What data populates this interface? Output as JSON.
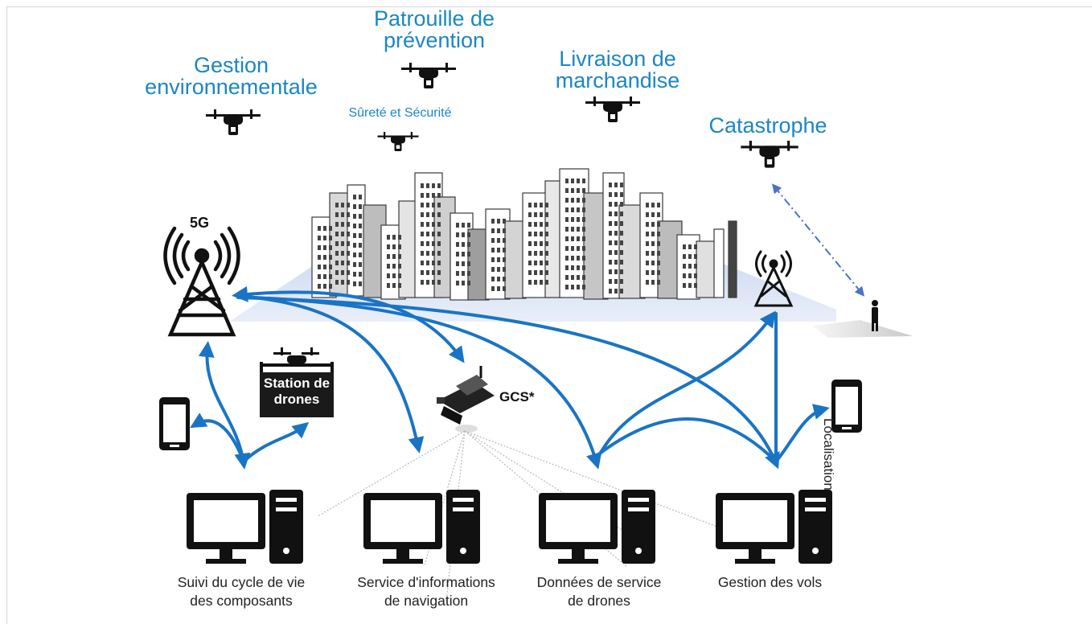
{
  "labels": {
    "gestion_env": [
      "Gestion",
      "environnementale"
    ],
    "patrouille": [
      "Patrouille de",
      "prévention"
    ],
    "surete": "Sûreté et Sécurité",
    "livraison": [
      "Livraison de",
      "marchandise"
    ],
    "catastrophe": "Catastrophe",
    "fiveg": "5G",
    "station": [
      "Station de",
      "drones"
    ],
    "gcs": "GCS*",
    "localisation": "Localisation"
  },
  "computers": [
    [
      "Suivi du cycle de vie",
      "des composants"
    ],
    [
      "Service d'informations",
      "de navigation"
    ],
    [
      "Données de service",
      "de drones"
    ],
    [
      "Gestion des vols"
    ]
  ],
  "colors": {
    "accent": "#1b86c6",
    "arrow": "#1a74c4",
    "dark": "#111111"
  }
}
